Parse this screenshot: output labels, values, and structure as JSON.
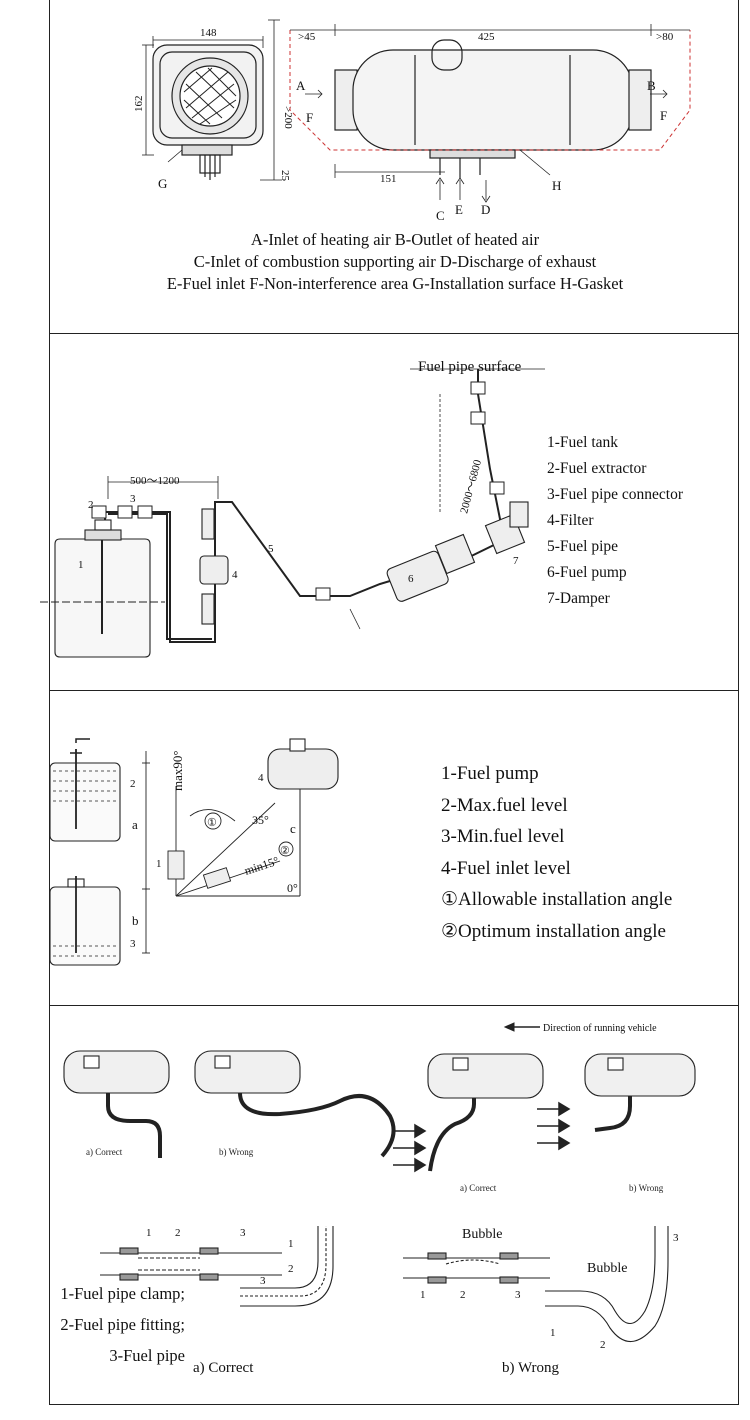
{
  "panel1": {
    "dims": {
      "w148": "148",
      "h162": "162",
      "h200": ">200",
      "h25": "25",
      "l425": "425",
      "l45": ">45",
      "l80": ">80",
      "l151": "151"
    },
    "letters": {
      "A": "A",
      "B": "B",
      "C": "C",
      "D": "D",
      "E": "E",
      "F": "F",
      "G": "G",
      "H": "H"
    },
    "caption": [
      "A-Inlet of heating air    B-Outlet of heated air",
      "C-Inlet of combustion supporting air    D-Discharge of exhaust",
      "E-Fuel inlet    F-Non-interference area    G-Installation surface    H-Gasket"
    ]
  },
  "panel2": {
    "surface_label": "Fuel pipe surface",
    "dim_horizontal": "500～1200",
    "dim_vertical": "2000～6800",
    "numbers": [
      "1",
      "2",
      "3",
      "4",
      "5",
      "6",
      "7"
    ],
    "legend": [
      "1-Fuel tank",
      "2-Fuel extractor",
      "3-Fuel pipe connector",
      "4-Filter",
      "5-Fuel pipe",
      "6-Fuel pump",
      "7-Damper"
    ]
  },
  "panel3": {
    "labels": {
      "max": "max90°",
      "min": "min15°",
      "deg35": "35°",
      "deg0": "0°",
      "a": "a",
      "b": "b",
      "c": "c",
      "n1": "1",
      "n2": "2",
      "n3": "3",
      "n4": "4",
      "c1": "①",
      "c2": "②"
    },
    "legend": [
      "1-Fuel pump",
      "2-Max.fuel level",
      "3-Min.fuel level",
      "4-Fuel inlet level",
      "①Allowable installation angle",
      "②Optimum installation angle"
    ]
  },
  "panel4": {
    "direction": "Direction of running vehicle",
    "top_captions": [
      "a) Correct",
      "b) Wrong",
      "a) Correct",
      "b) Wrong"
    ],
    "bubble": "Bubble",
    "legend": [
      "1-Fuel pipe clamp;",
      "2-Fuel pipe fitting;",
      "3-Fuel pipe"
    ],
    "bottom_captions": [
      "a) Correct",
      "b) Wrong"
    ],
    "numbers": [
      "1",
      "2",
      "3"
    ]
  }
}
